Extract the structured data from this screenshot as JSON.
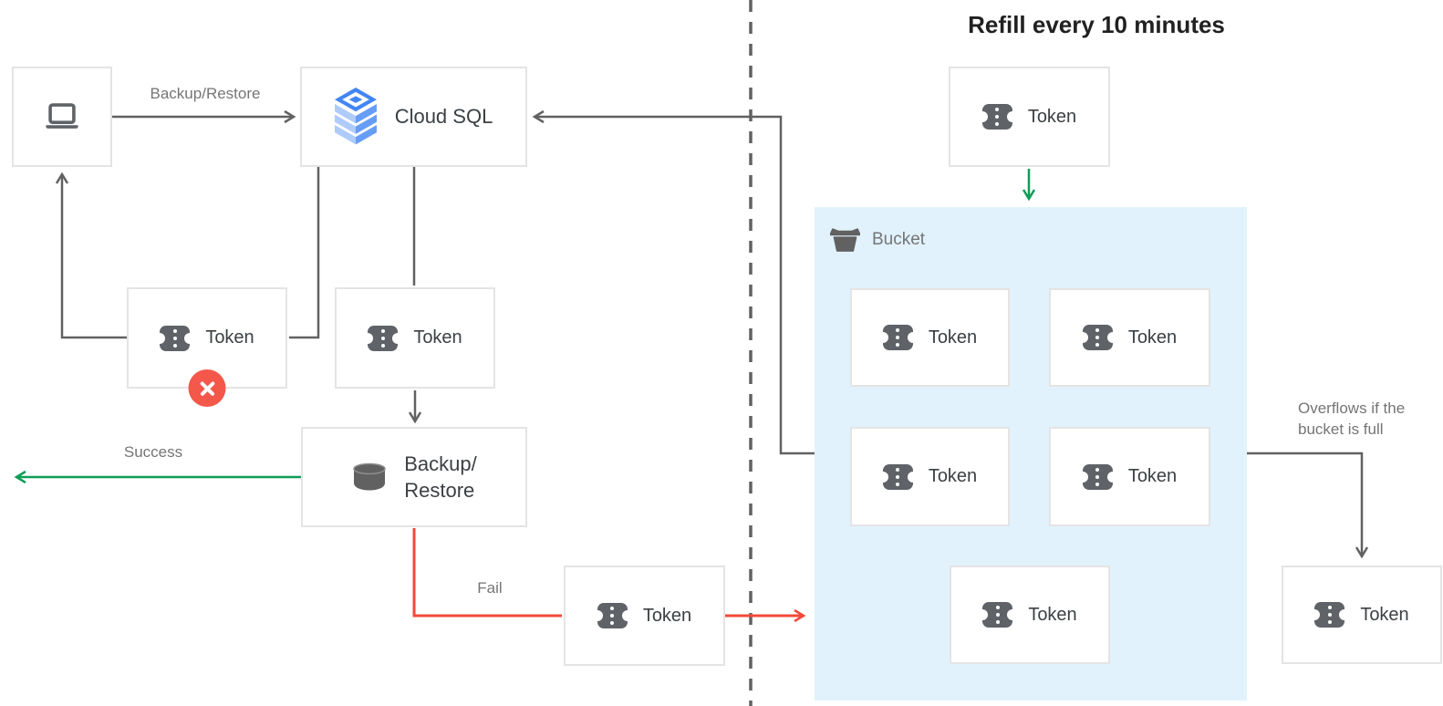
{
  "title": "Refill every 10 minutes",
  "colors": {
    "line_gray": "#616161",
    "accent_green": "#0f9d58",
    "accent_red": "#f4483a",
    "badge_red": "#f4584a",
    "bucket_fill": "#e1f2fc",
    "cloud_sql_blue": "#4285f4",
    "cloud_sql_blue_mid": "#669df6",
    "cloud_sql_blue_light": "#aecbfa"
  },
  "nodes": {
    "cloud_sql": {
      "label": "Cloud SQL"
    },
    "token_rejected": {
      "label": "Token"
    },
    "token_pending": {
      "label": "Token"
    },
    "backup_restore": {
      "label": "Backup/\nRestore"
    },
    "token_fail": {
      "label": "Token"
    },
    "token_refill": {
      "label": "Token"
    },
    "token_overflow": {
      "label": "Token"
    },
    "bucket": {
      "label": "Bucket",
      "tokens": [
        "Token",
        "Token",
        "Token",
        "Token",
        "Token"
      ]
    }
  },
  "edges": {
    "request": "Backup/Restore",
    "success": "Success",
    "fail": "Fail",
    "overflow": "Overflows if the\nbucket is full"
  }
}
